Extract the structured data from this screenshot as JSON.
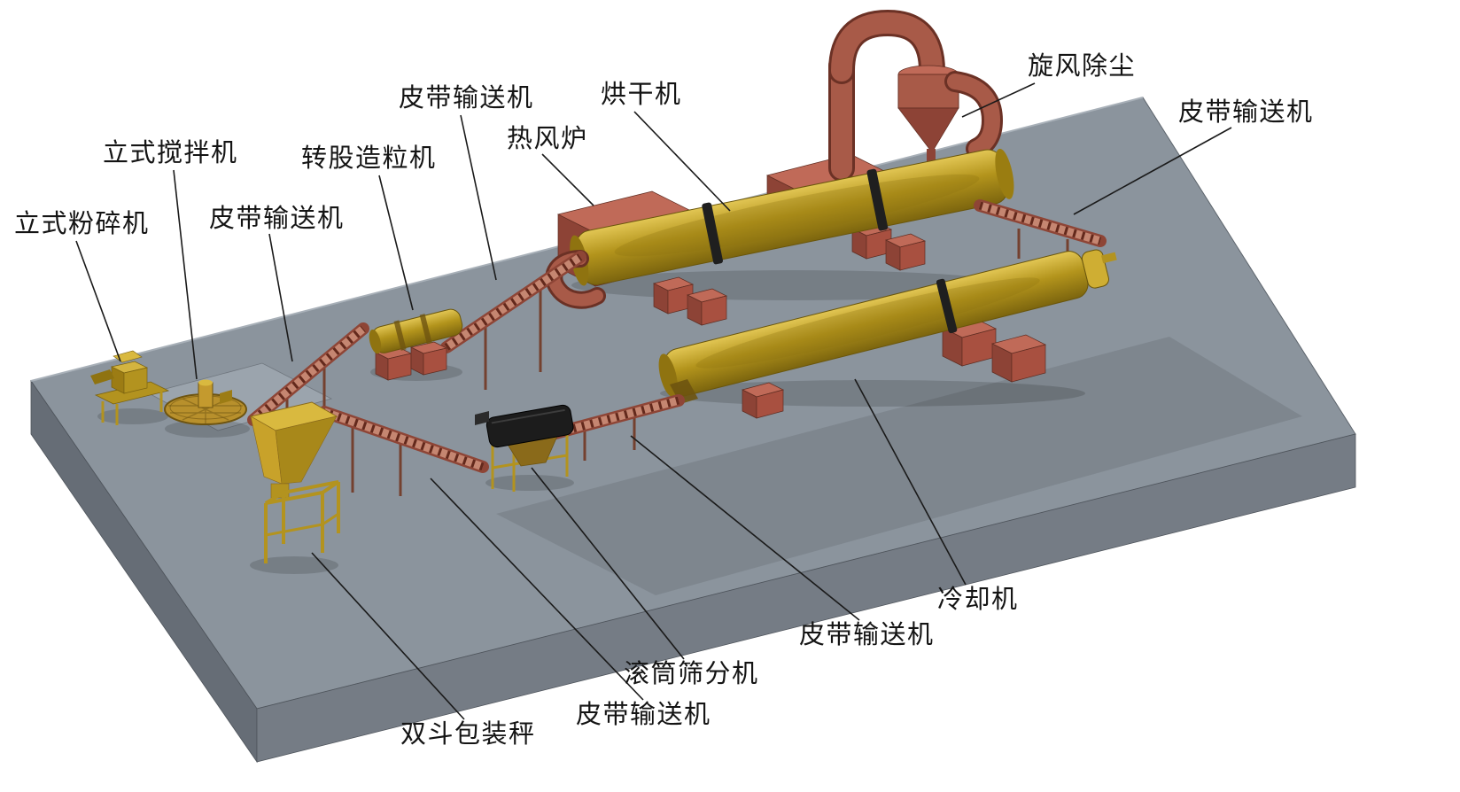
{
  "colors": {
    "background": "#ffffff",
    "platform_top": "#8b949d",
    "platform_side_left": "#666d76",
    "platform_side_front": "#757c85",
    "platform_recess": "#9ba4ad",
    "drum_gold": "#b3941c",
    "machine_red_top": "#c06a58",
    "machine_red_front": "#8d4336",
    "machine_red_side": "#a85040",
    "conveyor_frame": "#8e4536",
    "conveyor_bed": "#c58671",
    "conveyor_rung": "#63291c",
    "conveyor_leg": "#74412f",
    "pipe_red": "#a85a48",
    "screener_black": "#1c1c1c",
    "label_text": "#141414",
    "leader_line": "#1a1a1a"
  },
  "labels": [
    {
      "id": "vertical-crusher",
      "text": "立式粉碎机"
    },
    {
      "id": "vertical-mixer",
      "text": "立式搅拌机"
    },
    {
      "id": "belt-conveyor-1",
      "text": "皮带输送机"
    },
    {
      "id": "rotary-granulator",
      "text": "转股造粒机"
    },
    {
      "id": "belt-conveyor-2",
      "text": "皮带输送机"
    },
    {
      "id": "hot-air-furnace",
      "text": "热风炉"
    },
    {
      "id": "dryer",
      "text": "烘干机"
    },
    {
      "id": "cyclone-dust-collector",
      "text": "旋风除尘"
    },
    {
      "id": "belt-conveyor-3",
      "text": "皮带输送机"
    },
    {
      "id": "cooler",
      "text": "冷却机"
    },
    {
      "id": "belt-conveyor-4",
      "text": "皮带输送机"
    },
    {
      "id": "drum-screener",
      "text": "滚筒筛分机"
    },
    {
      "id": "belt-conveyor-5",
      "text": "皮带输送机"
    },
    {
      "id": "double-hopper-packing-scale",
      "text": "双斗包装秤"
    }
  ]
}
